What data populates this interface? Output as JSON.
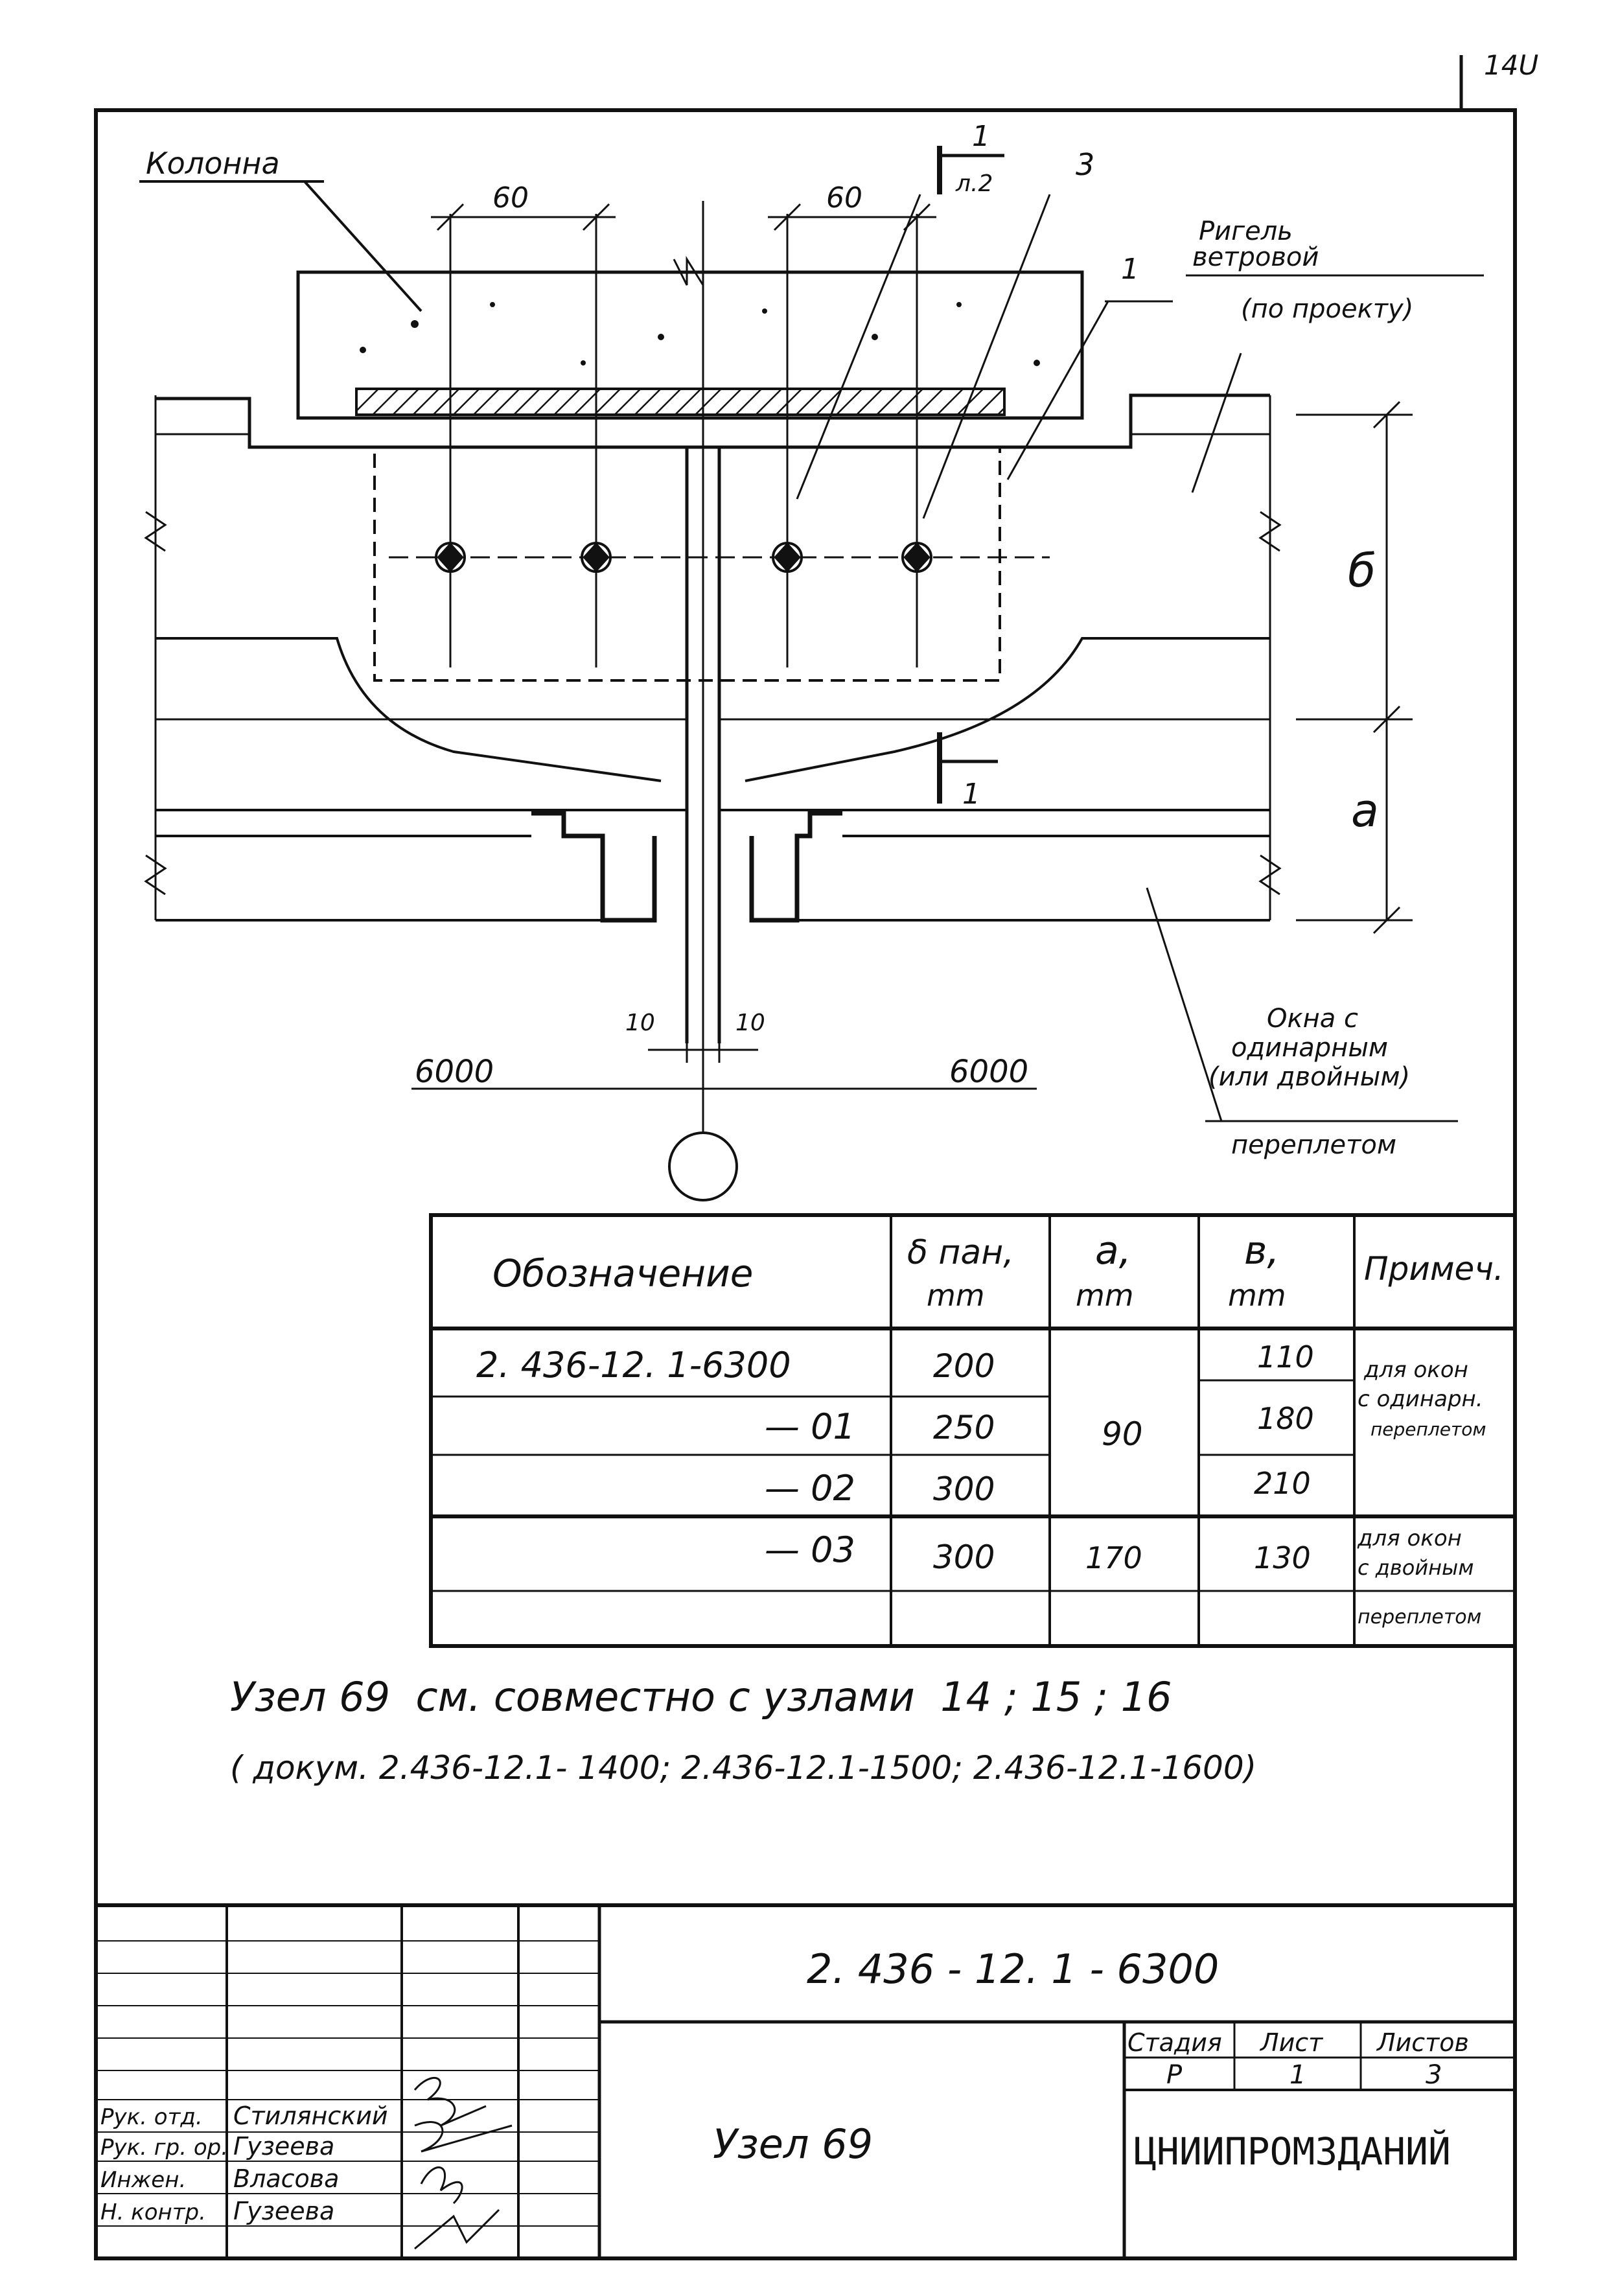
{
  "page_number": "14U",
  "drawing": {
    "label_column": "Колонна",
    "label_section": "1",
    "label_section_sheet": "л.2",
    "label_bolt": "3",
    "label_plate": "1",
    "label_rigel_1": "Ригель",
    "label_rigel_2": "ветровой",
    "label_rigel_3": "(по проекту)",
    "dim_60_left": "60",
    "dim_60_right": "60",
    "dim_b": "б",
    "dim_a": "а",
    "dim_10_left": "10",
    "dim_10_right": "10",
    "span_left": "6000",
    "span_right": "6000",
    "label_window_1": "Окна с",
    "label_window_2": "одинарным",
    "label_window_3": "(или двойным)",
    "label_window_4": "переплетом",
    "section_mark_lower": "1"
  },
  "table": {
    "headers": [
      "Обозначение",
      "δ пан, mm",
      "а, mm",
      "в, mm",
      "Примеч."
    ],
    "h_delta": "δ пан,",
    "h_a": "а,",
    "h_v": "в,",
    "h_mm": "mm",
    "rows": [
      {
        "designation": "2. 436-12. 1-6300",
        "delta": "200",
        "v": "110"
      },
      {
        "designation": "— 01",
        "delta": "250",
        "v": "180"
      },
      {
        "designation": "— 02",
        "delta": "300",
        "v": "210"
      },
      {
        "designation": "— 03",
        "delta": "300",
        "a": "170",
        "v": "130"
      }
    ],
    "a_merged": "90",
    "note1_1": "для окон",
    "note1_2": "с одинарн.",
    "note1_3": "переплетом",
    "note2_1": "для окон",
    "note2_2": "с двойным",
    "note2_3": "переплетом"
  },
  "note_line1": "Узел 69  см. совместно с узлами  14 ; 15 ; 16",
  "note_line2": "( докум. 2.436-12.1- 1400; 2.436-12.1-1500; 2.436-12.1-1600)",
  "title_block": {
    "doc_code": "2. 436 - 12. 1 - 6300",
    "title": "Узел 69",
    "stage_label": "Стадия",
    "sheet_label": "Лист",
    "sheets_label": "Листов",
    "stage": "Р",
    "sheet": "1",
    "sheets": "3",
    "org": "ЦНИИПРОМЗДАНИЙ",
    "roles": [
      "Рук. отд.",
      "Рук. гр. ор.",
      "Инжен.",
      "Н. контр."
    ],
    "names": [
      "Стилянский",
      "Гузеева",
      "Власова",
      "Гузеева"
    ]
  }
}
